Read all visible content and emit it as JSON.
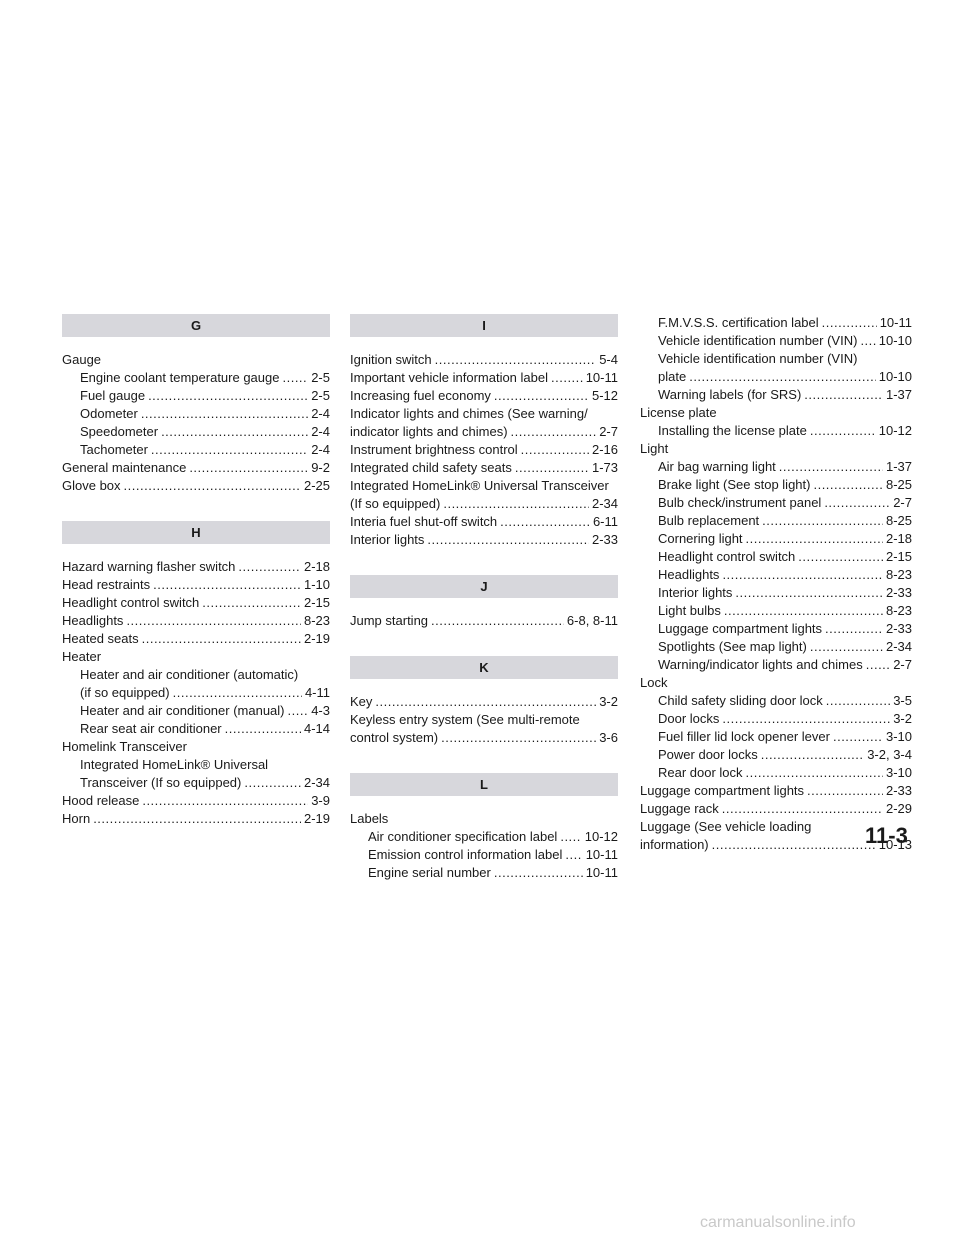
{
  "page_number": "11-3",
  "watermark": "carmanualsonline.info",
  "columns": [
    [
      {
        "t": "header",
        "text": "G"
      },
      {
        "t": "plain",
        "text": "Gauge"
      },
      {
        "t": "entry",
        "sub": true,
        "name": "Engine coolant temperature gauge",
        "page": "2-5"
      },
      {
        "t": "entry",
        "sub": true,
        "name": "Fuel gauge",
        "page": "2-5"
      },
      {
        "t": "entry",
        "sub": true,
        "name": "Odometer",
        "page": "2-4"
      },
      {
        "t": "entry",
        "sub": true,
        "name": "Speedometer",
        "page": "2-4"
      },
      {
        "t": "entry",
        "sub": true,
        "name": "Tachometer",
        "page": "2-4"
      },
      {
        "t": "entry",
        "name": "General maintenance",
        "page": "9-2"
      },
      {
        "t": "entry",
        "name": "Glove box",
        "page": "2-25"
      },
      {
        "t": "gap"
      },
      {
        "t": "header",
        "text": "H"
      },
      {
        "t": "entry",
        "name": "Hazard warning flasher switch",
        "page": "2-18"
      },
      {
        "t": "entry",
        "name": "Head restraints",
        "page": "1-10"
      },
      {
        "t": "entry",
        "name": "Headlight control switch",
        "page": "2-15"
      },
      {
        "t": "entry",
        "name": "Headlights",
        "page": "8-23"
      },
      {
        "t": "entry",
        "name": "Heated seats",
        "page": "2-19"
      },
      {
        "t": "plain",
        "text": "Heater"
      },
      {
        "t": "plain",
        "sub": true,
        "text": "Heater and air conditioner (automatic)"
      },
      {
        "t": "entry",
        "sub": true,
        "name": "(if so equipped)",
        "page": "4-11"
      },
      {
        "t": "entry",
        "sub": true,
        "name": "Heater and air conditioner (manual)",
        "page": "4-3"
      },
      {
        "t": "entry",
        "sub": true,
        "name": "Rear seat air conditioner",
        "page": "4-14"
      },
      {
        "t": "plain",
        "text": "Homelink Transceiver"
      },
      {
        "t": "plain",
        "sub": true,
        "text": "Integrated HomeLink® Universal"
      },
      {
        "t": "entry",
        "sub": true,
        "name": "Transceiver (If so equipped)",
        "page": "2-34"
      },
      {
        "t": "entry",
        "name": "Hood release",
        "page": "3-9"
      },
      {
        "t": "entry",
        "name": "Horn",
        "page": "2-19"
      }
    ],
    [
      {
        "t": "header",
        "text": "I"
      },
      {
        "t": "entry",
        "name": "Ignition switch",
        "page": "5-4"
      },
      {
        "t": "entry",
        "name": "Important vehicle information label",
        "page": "10-11"
      },
      {
        "t": "entry",
        "name": "Increasing fuel economy",
        "page": "5-12"
      },
      {
        "t": "plain",
        "text": "Indicator lights and chimes (See warning/"
      },
      {
        "t": "entry",
        "name": "indicator lights and chimes)",
        "page": "2-7"
      },
      {
        "t": "entry",
        "name": "Instrument brightness control",
        "page": "2-16"
      },
      {
        "t": "entry",
        "name": "Integrated child safety seats",
        "page": "1-73"
      },
      {
        "t": "plain",
        "text": "Integrated HomeLink® Universal Transceiver"
      },
      {
        "t": "entry",
        "name": "(If so equipped)",
        "page": "2-34"
      },
      {
        "t": "entry",
        "name": "Interia fuel shut-off switch",
        "page": "6-11"
      },
      {
        "t": "entry",
        "name": "Interior lights",
        "page": "2-33"
      },
      {
        "t": "gap"
      },
      {
        "t": "header",
        "text": "J"
      },
      {
        "t": "entry",
        "name": "Jump starting",
        "page": "6-8, 8-11"
      },
      {
        "t": "gap"
      },
      {
        "t": "header",
        "text": "K"
      },
      {
        "t": "entry",
        "name": "Key",
        "page": "3-2"
      },
      {
        "t": "plain",
        "text": "Keyless entry system (See multi-remote"
      },
      {
        "t": "entry",
        "name": "control system)",
        "page": "3-6"
      },
      {
        "t": "gap"
      },
      {
        "t": "header",
        "text": "L"
      },
      {
        "t": "plain",
        "text": "Labels"
      },
      {
        "t": "entry",
        "sub": true,
        "name": "Air conditioner specification label",
        "page": "10-12"
      },
      {
        "t": "entry",
        "sub": true,
        "name": "Emission control information label",
        "page": "10-11"
      },
      {
        "t": "entry",
        "sub": true,
        "name": "Engine serial number",
        "page": "10-11"
      }
    ],
    [
      {
        "t": "entry",
        "sub": true,
        "name": "F.M.V.S.S. certification label",
        "page": "10-11"
      },
      {
        "t": "entry",
        "sub": true,
        "name": "Vehicle identification number (VIN)",
        "page": "10-10"
      },
      {
        "t": "plain",
        "sub": true,
        "text": "Vehicle identification number (VIN)"
      },
      {
        "t": "entry",
        "sub": true,
        "name": "plate",
        "page": "10-10"
      },
      {
        "t": "entry",
        "sub": true,
        "name": "Warning labels (for SRS)",
        "page": "1-37"
      },
      {
        "t": "plain",
        "text": "License plate"
      },
      {
        "t": "entry",
        "sub": true,
        "name": "Installing the license plate",
        "page": "10-12"
      },
      {
        "t": "plain",
        "text": "Light"
      },
      {
        "t": "entry",
        "sub": true,
        "name": "Air bag warning light",
        "page": "1-37"
      },
      {
        "t": "entry",
        "sub": true,
        "name": "Brake light (See stop light)",
        "page": "8-25"
      },
      {
        "t": "entry",
        "sub": true,
        "name": "Bulb check/instrument panel",
        "page": "2-7"
      },
      {
        "t": "entry",
        "sub": true,
        "name": "Bulb replacement",
        "page": "8-25"
      },
      {
        "t": "entry",
        "sub": true,
        "name": "Cornering light",
        "page": "2-18"
      },
      {
        "t": "entry",
        "sub": true,
        "name": "Headlight control switch",
        "page": "2-15"
      },
      {
        "t": "entry",
        "sub": true,
        "name": "Headlights",
        "page": "8-23"
      },
      {
        "t": "entry",
        "sub": true,
        "name": "Interior lights",
        "page": "2-33"
      },
      {
        "t": "entry",
        "sub": true,
        "name": "Light bulbs",
        "page": "8-23"
      },
      {
        "t": "entry",
        "sub": true,
        "name": "Luggage compartment lights",
        "page": "2-33"
      },
      {
        "t": "entry",
        "sub": true,
        "name": "Spotlights (See map light)",
        "page": "2-34"
      },
      {
        "t": "entry",
        "sub": true,
        "name": "Warning/indicator lights and chimes",
        "page": "2-7"
      },
      {
        "t": "plain",
        "text": "Lock"
      },
      {
        "t": "entry",
        "sub": true,
        "name": "Child safety sliding door lock",
        "page": "3-5"
      },
      {
        "t": "entry",
        "sub": true,
        "name": "Door locks",
        "page": "3-2"
      },
      {
        "t": "entry",
        "sub": true,
        "name": "Fuel filler lid lock opener lever",
        "page": "3-10"
      },
      {
        "t": "entry",
        "sub": true,
        "name": "Power door locks",
        "page": "3-2, 3-4"
      },
      {
        "t": "entry",
        "sub": true,
        "name": "Rear door lock",
        "page": "3-10"
      },
      {
        "t": "entry",
        "name": "Luggage compartment lights",
        "page": "2-33"
      },
      {
        "t": "entry",
        "name": "Luggage rack",
        "page": "2-29"
      },
      {
        "t": "plain",
        "text": "Luggage (See vehicle loading"
      },
      {
        "t": "entry",
        "name": "information)",
        "page": "10-13"
      }
    ]
  ]
}
